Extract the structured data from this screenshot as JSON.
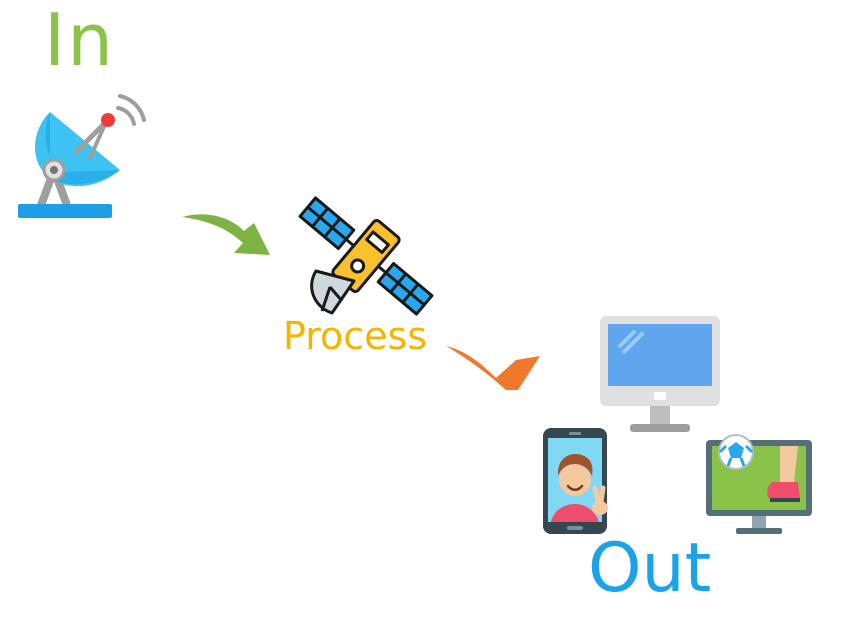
{
  "diagram": {
    "in_label": "In",
    "process_label": "Process",
    "out_label": "Out"
  },
  "nodes": [
    {
      "id": "input",
      "icon": "satellite-dish-icon"
    },
    {
      "id": "process",
      "icon": "satellite-icon"
    },
    {
      "id": "output",
      "icons": [
        "desktop-monitor-icon",
        "smartphone-selfie-icon",
        "tv-football-icon"
      ]
    }
  ],
  "edges": [
    {
      "from": "input",
      "to": "process",
      "icon": "curved-arrow-icon"
    },
    {
      "from": "process",
      "to": "output",
      "icon": "curved-arrow-icon"
    }
  ],
  "colors": {
    "in_label": "#8bc34a",
    "process_label": "#f4b400",
    "out_label": "#1aa3e8",
    "arrow_in": "#7cb342",
    "arrow_out": "#f0782a",
    "dish": "#3cc3f2",
    "dish_base": "#1e9ee6",
    "satellite_panel": "#29a8f0",
    "satellite_body": "#fbc02d",
    "monitor_screen": "#5fa6ee",
    "monitor_frame": "#e0e0e0",
    "tv_screen": "#8bc34a"
  }
}
